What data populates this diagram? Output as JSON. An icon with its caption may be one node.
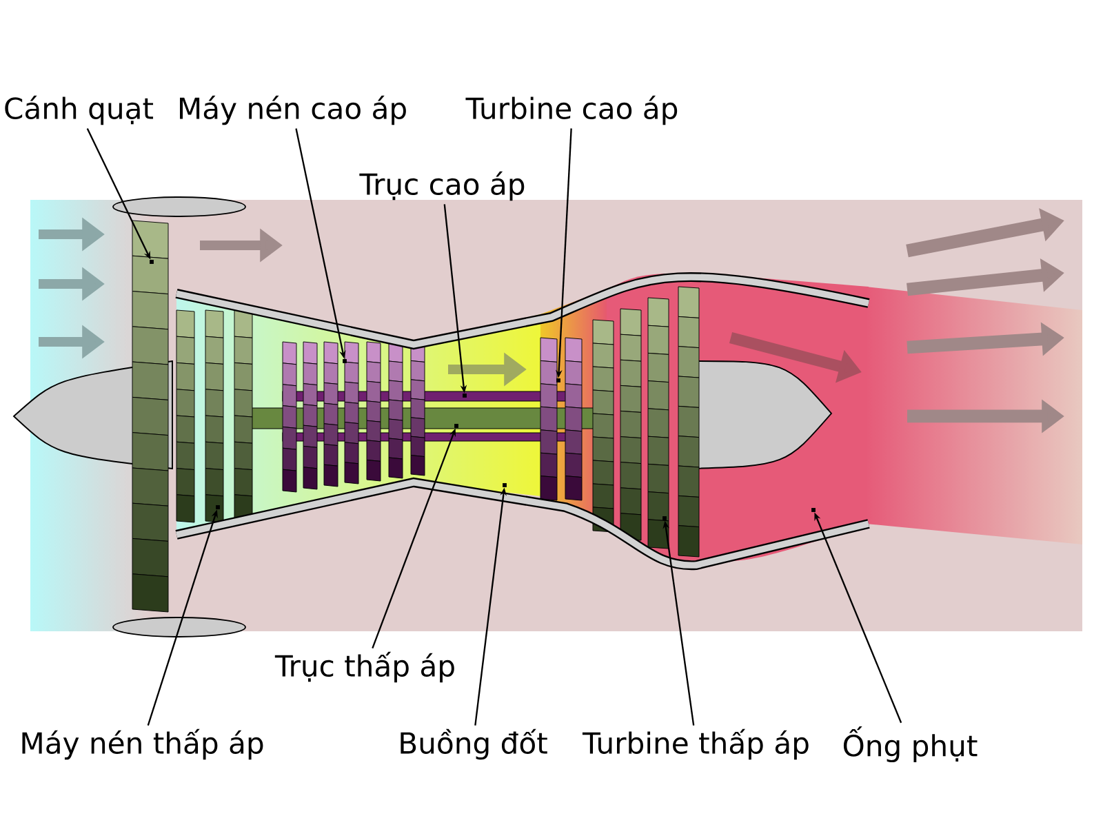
{
  "diagram": {
    "nodes": [
      {
        "text": [
          "Cánh quạt"
        ]
      },
      {
        "text": [
          "Máy nén cao áp"
        ]
      },
      {
        "text": [
          "Turbine cao áp"
        ]
      },
      {
        "text": [
          "Trục cao áp"
        ]
      },
      {
        "text": [
          "Trục thấp áp"
        ]
      },
      {
        "text": [
          "Máy nén thấp áp"
        ]
      },
      {
        "text": [
          "Buồng đốt"
        ]
      },
      {
        "text": [
          "Turbine thấp áp"
        ]
      },
      {
        "text": [
          "Ống phụt"
        ]
      },
      {
        "text": [],
        "shape": "box"
      },
      {
        "text": [],
        "shape": "box"
      },
      {
        "text": [],
        "shape": "box"
      },
      {
        "text": [],
        "shape": "box"
      },
      {
        "text": [],
        "shape": "box"
      },
      {
        "text": [],
        "shape": "box"
      },
      {
        "text": [],
        "shape": "box"
      },
      {
        "text": [],
        "shape": "box"
      },
      {
        "text": [],
        "shape": "box"
      }
    ],
    "edges": [
      {
        "from": 0,
        "to": 9,
        "arrow": "to"
      },
      {
        "from": 1,
        "to": 10,
        "arrow": "to"
      },
      {
        "from": 2,
        "to": 11,
        "arrow": "to"
      },
      {
        "from": 3,
        "to": 12,
        "arrow": "to"
      },
      {
        "from": 4,
        "to": 13,
        "arrow": "to"
      },
      {
        "from": 5,
        "to": 14,
        "arrow": "to"
      },
      {
        "from": 6,
        "to": 15,
        "arrow": "to"
      },
      {
        "from": 7,
        "to": 16,
        "arrow": "to"
      },
      {
        "from": 8,
        "to": 17,
        "arrow": "to"
      }
    ]
  }
}
